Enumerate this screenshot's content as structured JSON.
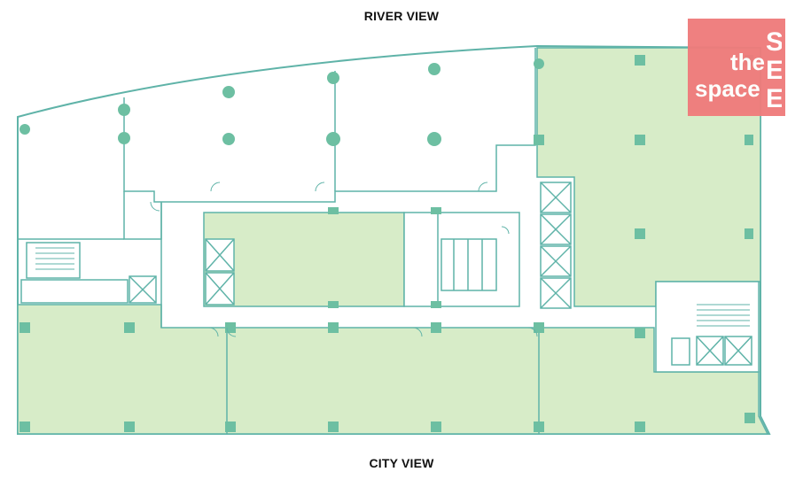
{
  "labels": {
    "top": "RIVER VIEW",
    "bottom": "CITY VIEW"
  },
  "logo": {
    "word_the": "the",
    "word_space": "space",
    "mark_letters": "SEE",
    "background_color": "#ef7b7b",
    "text_color": "#ffffff"
  },
  "plan": {
    "leased_area_color": "#d7ecc8",
    "wall_color": "#5fb3a8",
    "column_color": "#6dbfa2",
    "core_color": "#ffffff",
    "lift_count_core_left": 2,
    "lift_count_core_right": 4,
    "lift_count_core_east": 2
  }
}
